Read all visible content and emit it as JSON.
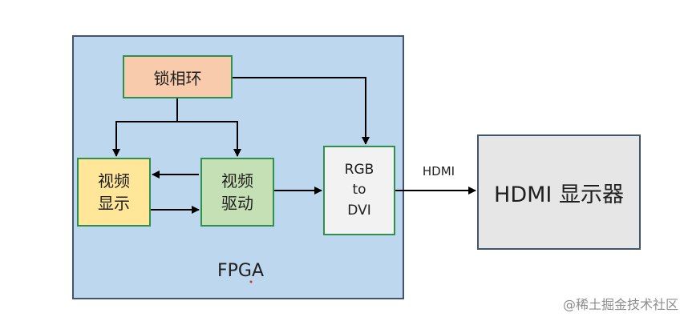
{
  "diagram": {
    "container": {
      "label": "FPGA"
    },
    "blocks": {
      "pll": "锁相环",
      "video_display": [
        "视频",
        "显示"
      ],
      "video_driver": [
        "视频",
        "驱动"
      ],
      "rgb_to_dvi": [
        "RGB",
        "to",
        "DVI"
      ],
      "hdmi_monitor": "HDMI 显示器"
    },
    "link_label": "HDMI",
    "connections": [
      {
        "from": "pll",
        "to": "video_display"
      },
      {
        "from": "pll",
        "to": "video_driver"
      },
      {
        "from": "pll",
        "to": "rgb_to_dvi"
      },
      {
        "from": "video_driver",
        "to": "video_display"
      },
      {
        "from": "video_display",
        "to": "video_driver"
      },
      {
        "from": "video_driver",
        "to": "rgb_to_dvi"
      },
      {
        "from": "rgb_to_dvi",
        "to": "hdmi_monitor",
        "label": "HDMI"
      }
    ]
  },
  "watermark": "@稀土掘金技术社区",
  "colors": {
    "fpga_fill": "#bdd7ee",
    "pll_fill": "#f8cbad",
    "video_display_fill": "#ffe699",
    "video_driver_fill": "#c5e0b4",
    "rgb_to_dvi_fill": "#f2f2f2",
    "monitor_fill": "#e7e6e6",
    "block_border": "#2f8f4e",
    "arrow": "#000000"
  }
}
